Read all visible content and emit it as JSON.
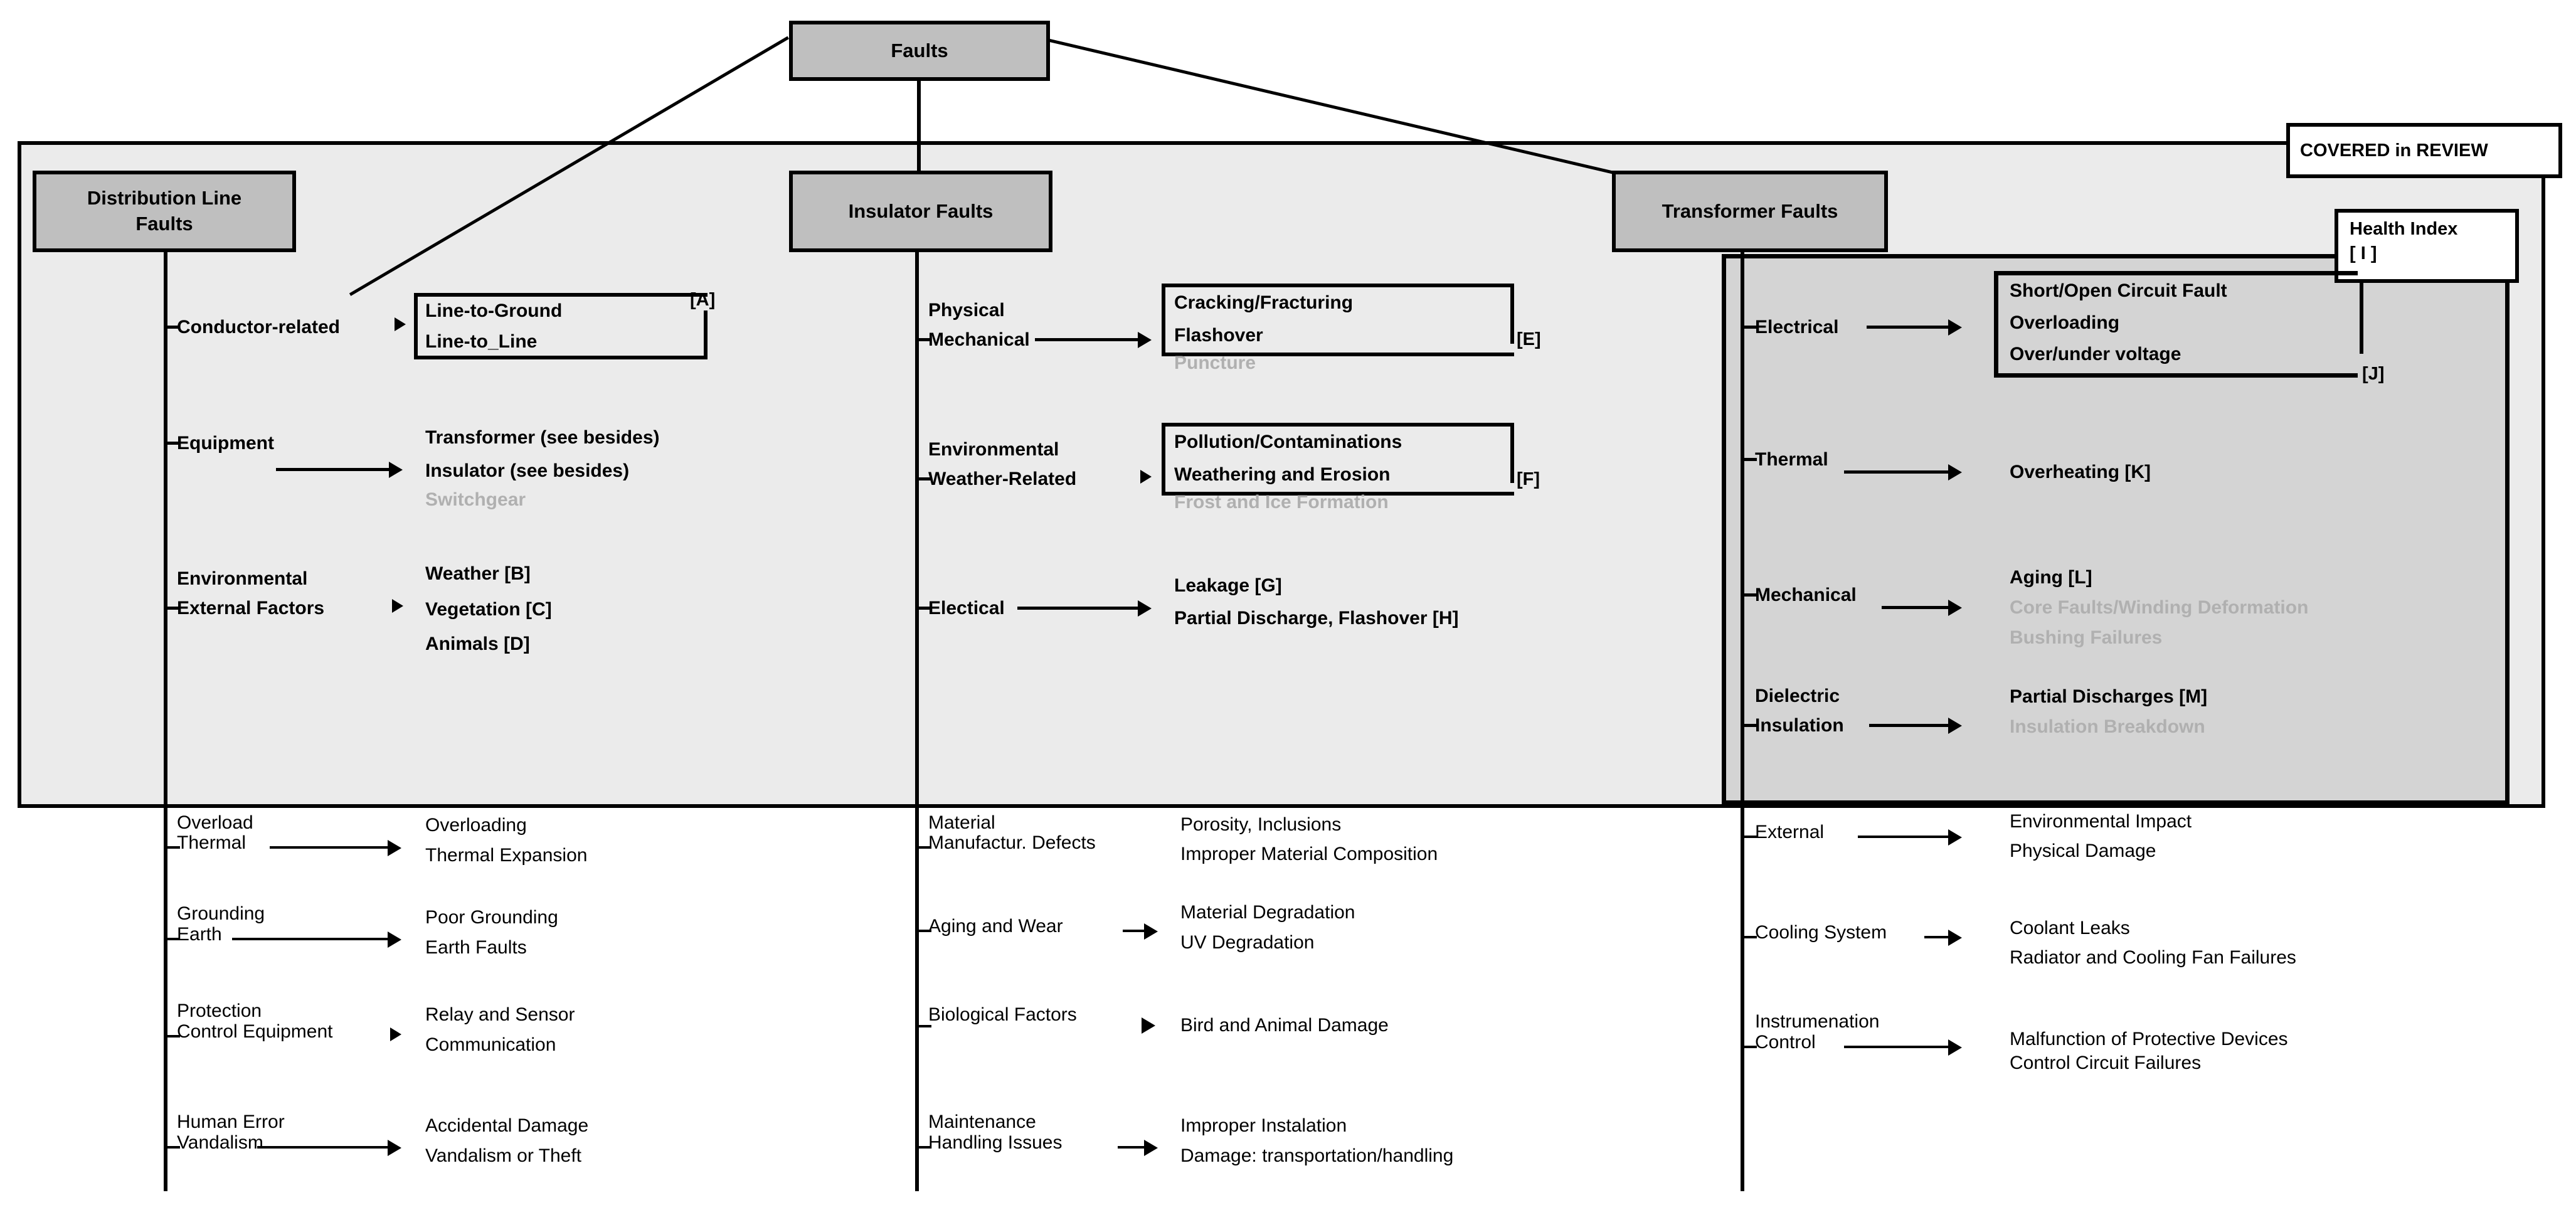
{
  "root": {
    "title": "Faults"
  },
  "legend": {
    "covered_label": "COVERED in REVIEW",
    "health_index_label": "Health Index",
    "health_index_tag": "[ I ]"
  },
  "columns": [
    {
      "id": "distribution-line",
      "title": "Distribution Line\nFaults",
      "title_line1": "Distribution Line",
      "title_line2": "Faults",
      "covered": {
        "groups": [
          {
            "cat_line1": "Conductor-related",
            "cat_line2": "",
            "boxed": true,
            "tag": "[A]",
            "items": [
              {
                "text": "Line-to-Ground",
                "muted": false
              },
              {
                "text": "Line-to_Line",
                "muted": false
              }
            ]
          },
          {
            "cat_line1": "Equipment",
            "cat_line2": "",
            "boxed": false,
            "tag": "",
            "items": [
              {
                "text": "Transformer (see besides)",
                "muted": false
              },
              {
                "text": "Insulator (see besides)",
                "muted": false
              },
              {
                "text": "Switchgear",
                "muted": true
              }
            ]
          },
          {
            "cat_line1": "Environmental",
            "cat_line2": "External Factors",
            "boxed": false,
            "tag": "",
            "items": [
              {
                "text": "Weather    [B]",
                "muted": false
              },
              {
                "text": "Vegetation    [C]",
                "muted": false
              },
              {
                "text": "Animals   [D]",
                "muted": false
              }
            ]
          }
        ]
      },
      "uncovered": {
        "groups": [
          {
            "cat_line1": "Overload",
            "cat_line2": "Thermal",
            "items": [
              "Overloading",
              "Thermal Expansion"
            ]
          },
          {
            "cat_line1": "Grounding",
            "cat_line2": "Earth",
            "items": [
              "Poor Grounding",
              "Earth Faults"
            ]
          },
          {
            "cat_line1": "Protection",
            "cat_line2": "Control Equipment",
            "items": [
              "Relay and Sensor",
              "Communication"
            ]
          },
          {
            "cat_line1": "Human Error",
            "cat_line2": "Vandalism",
            "items": [
              "Accidental Damage",
              "Vandalism or Theft"
            ]
          }
        ]
      }
    },
    {
      "id": "insulator",
      "title": "Insulator Faults",
      "title_line1": "Insulator Faults",
      "title_line2": "",
      "covered": {
        "groups": [
          {
            "cat_line1": "Physical",
            "cat_line2": "Mechanical",
            "boxed": true,
            "tag": "[E]",
            "items": [
              {
                "text": "Cracking/Fracturing",
                "muted": false
              },
              {
                "text": "Flashover",
                "muted": false
              },
              {
                "text": "Puncture",
                "muted": true
              }
            ]
          },
          {
            "cat_line1": "Environmental",
            "cat_line2": "Weather-Related",
            "boxed": true,
            "tag": "[F]",
            "items": [
              {
                "text": "Pollution/Contaminations",
                "muted": false
              },
              {
                "text": "Weathering and Erosion",
                "muted": false
              },
              {
                "text": "Frost and Ice Formation",
                "muted": true
              }
            ]
          },
          {
            "cat_line1": "Electical",
            "cat_line2": "",
            "boxed": false,
            "tag": "",
            "items": [
              {
                "text": "Leakage    [G]",
                "muted": false
              },
              {
                "text": "Partial Discharge, Flashover  [H]",
                "muted": false
              }
            ]
          }
        ]
      },
      "uncovered": {
        "groups": [
          {
            "cat_line1": "Material",
            "cat_line2": "Manufactur. Defects",
            "items": [
              "Porosity, Inclusions",
              "Improper Material Composition"
            ]
          },
          {
            "cat_line1": "",
            "cat_line2": "Aging and Wear",
            "items": [
              "Material Degradation",
              "UV Degradation"
            ]
          },
          {
            "cat_line1": "",
            "cat_line2": "Biological Factors",
            "items": [
              "Bird and Animal Damage"
            ]
          },
          {
            "cat_line1": "Maintenance",
            "cat_line2": "Handling Issues",
            "items": [
              "Improper Instalation",
              "Damage: transportation/handling"
            ]
          }
        ]
      }
    },
    {
      "id": "transformer",
      "title": "Transformer Faults",
      "title_line1": "Transformer Faults",
      "title_line2": "",
      "covered": {
        "groups": [
          {
            "cat_line1": "Electrical",
            "cat_line2": "",
            "boxed": true,
            "tag": "[J]",
            "items": [
              {
                "text": "Short/Open Circuit Fault",
                "muted": false
              },
              {
                "text": "Overloading",
                "muted": false
              },
              {
                "text": "Over/under voltage",
                "muted": false
              }
            ]
          },
          {
            "cat_line1": "Thermal",
            "cat_line2": "",
            "boxed": false,
            "tag": "",
            "items": [
              {
                "text": "Overheating    [K]",
                "muted": false
              }
            ]
          },
          {
            "cat_line1": "Mechanical",
            "cat_line2": "",
            "boxed": false,
            "tag": "",
            "items": [
              {
                "text": "Aging        [L]",
                "muted": false
              },
              {
                "text": "Core Faults/Winding Deformation",
                "muted": true
              },
              {
                "text": "Bushing Failures",
                "muted": true
              }
            ]
          },
          {
            "cat_line1": "Dielectric",
            "cat_line2": "Insulation",
            "boxed": false,
            "tag": "",
            "items": [
              {
                "text": "Partial Discharges  [M]",
                "muted": false
              },
              {
                "text": "Insulation Breakdown",
                "muted": true
              }
            ]
          }
        ]
      },
      "uncovered": {
        "groups": [
          {
            "cat_line1": "",
            "cat_line2": "External",
            "items": [
              "Environmental Impact",
              "Physical Damage"
            ]
          },
          {
            "cat_line1": "",
            "cat_line2": "Cooling System",
            "items": [
              "Coolant Leaks",
              "Radiator and Cooling Fan Failures"
            ]
          },
          {
            "cat_line1": "Instrumenation",
            "cat_line2": "Control",
            "items": [
              "Malfunction of Protective Devices",
              "Control Circuit Failures"
            ]
          }
        ]
      }
    }
  ],
  "colors": {
    "panel_light": "#ebebeb",
    "panel_dark": "#d4d4d4",
    "node_fill": "#bfbfbf",
    "muted_text": "#b0b0b0",
    "stroke": "#000000",
    "callout_fill": "#ffffff"
  }
}
